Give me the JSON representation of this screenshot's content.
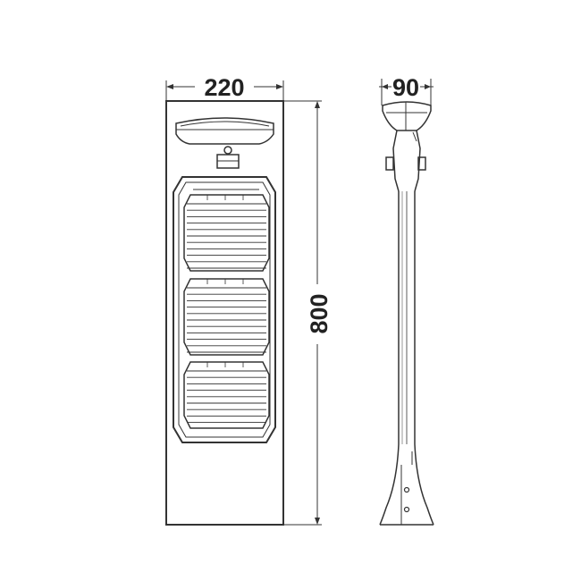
{
  "dimensions": {
    "width_label": "220",
    "depth_label": "90",
    "height_label": "800"
  },
  "colors": {
    "line": "#333333",
    "text": "#222222",
    "background": "#ffffff"
  }
}
